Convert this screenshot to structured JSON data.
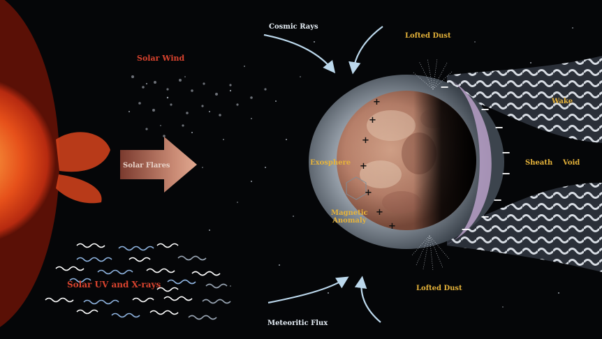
{
  "labels": {
    "solar_wind": "Solar Wind",
    "solar_flare_arrow": "Solar Flares",
    "solar_uv": "Solar UV and X-rays",
    "cosmic_rays": "Cosmic Rays",
    "meteoritic_flux": "Meteoritic Flux",
    "lofted_dust_top": "Lofted Dust",
    "lofted_dust_bottom": "Lofted Dust",
    "exosphere": "Exosphere",
    "magnetic_anomaly": "Magnetic\nAnomaly",
    "wake": "Wake",
    "sheath": "Sheath",
    "void": "Void"
  },
  "charges": {
    "dayside": "+",
    "nightside": "−"
  },
  "colors": {
    "solar_label": "#d9432e",
    "moon_label": "#e6b33a",
    "flux_label": "#e6eef6",
    "arrow": "#bcd8ec",
    "sheath": "#b8a0c8"
  }
}
